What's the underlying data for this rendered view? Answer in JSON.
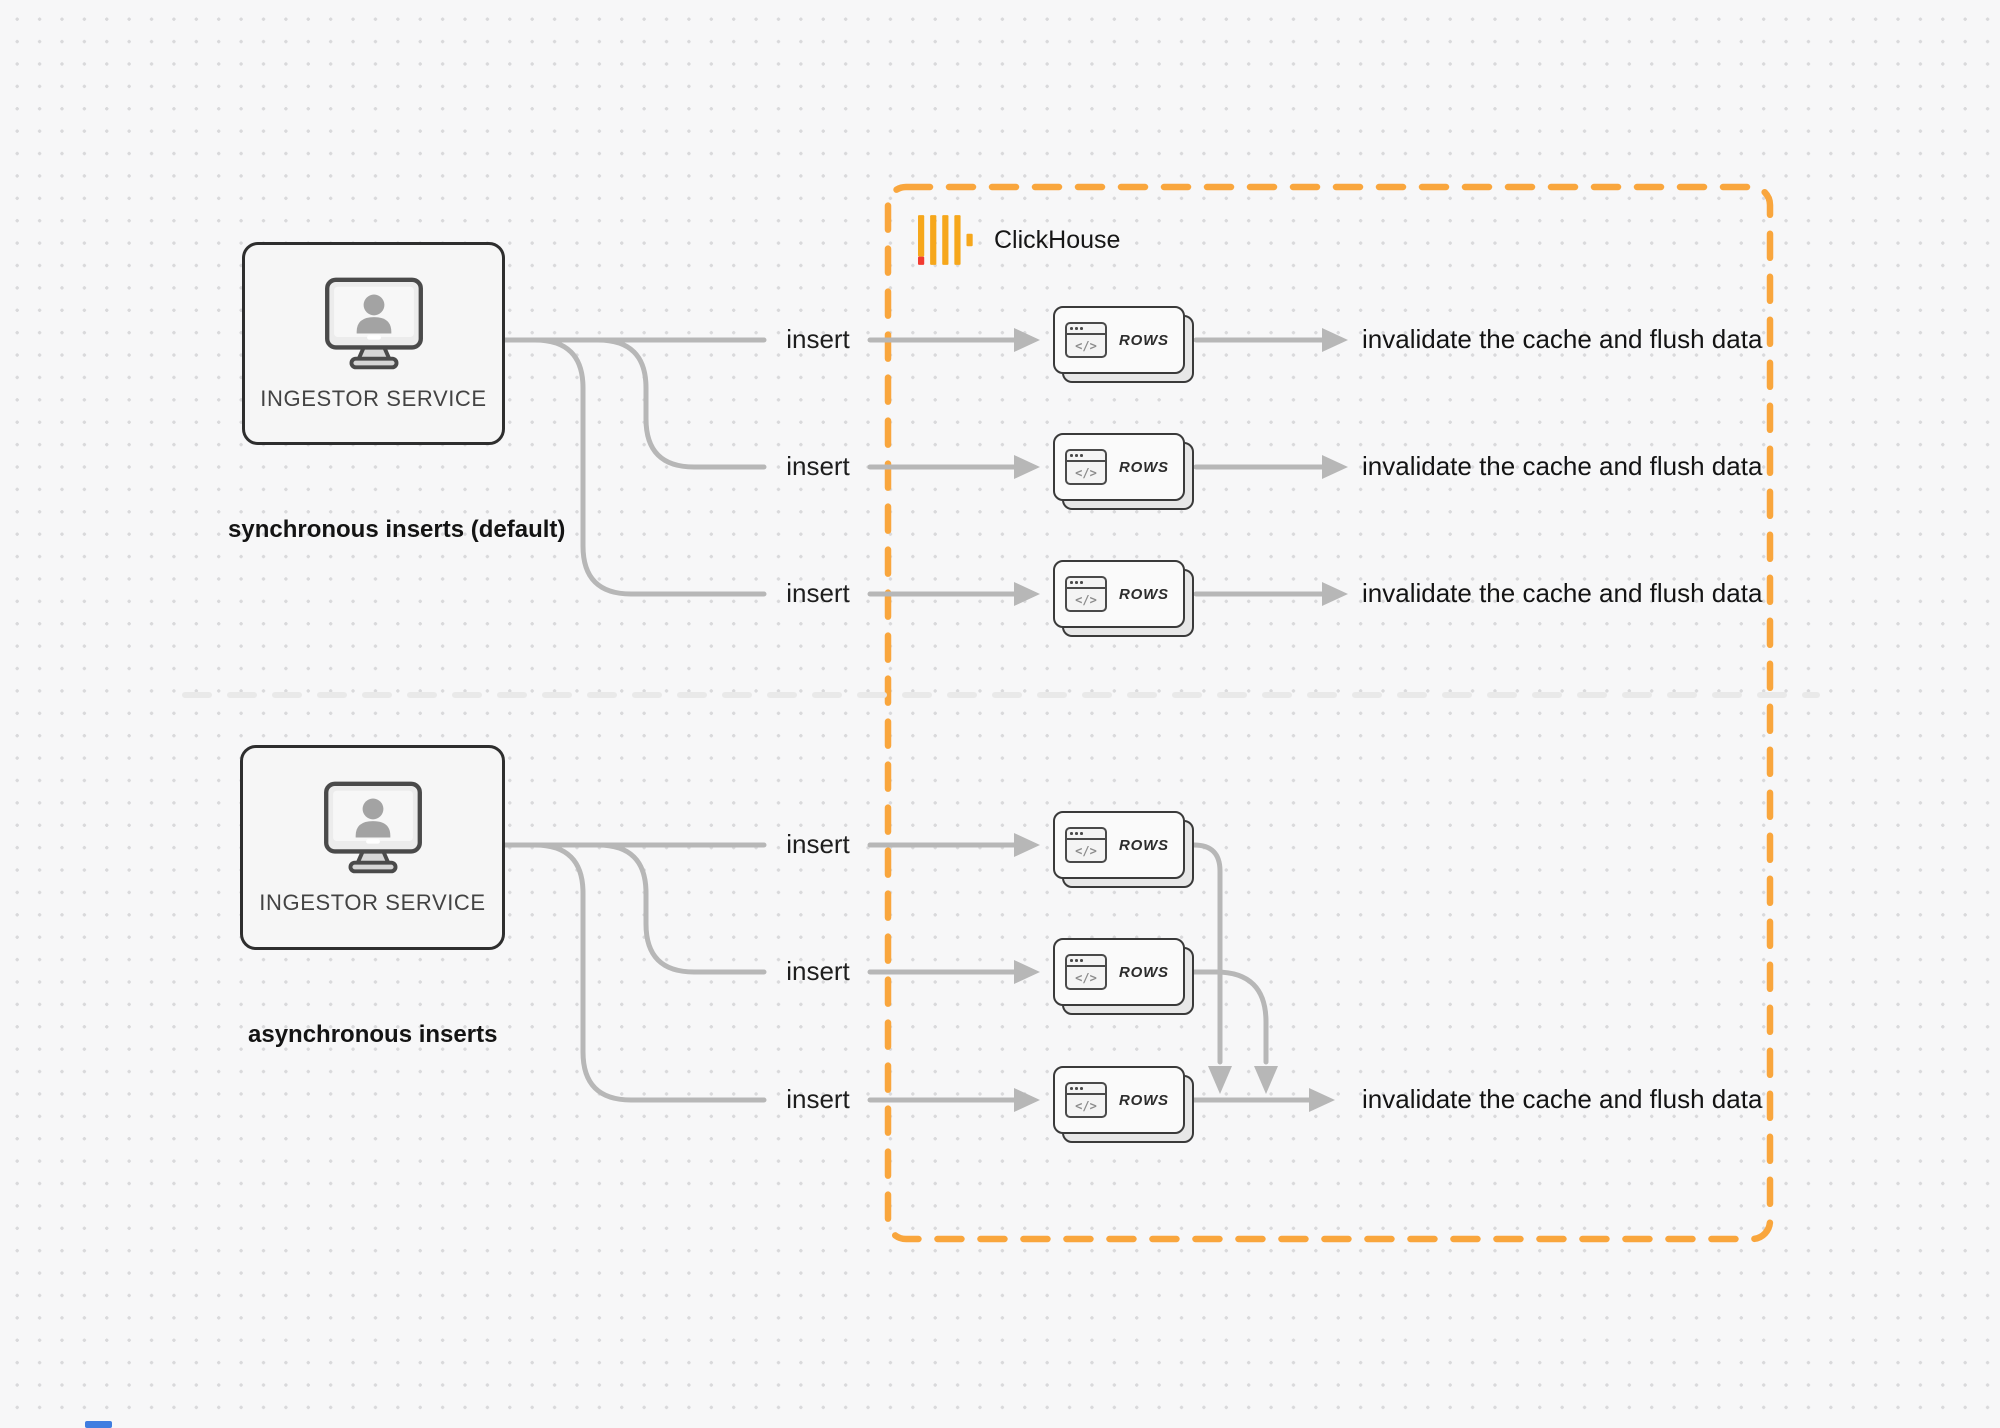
{
  "colors": {
    "accent_orange": "#F9A63D",
    "logo_yellow": "#F6A71B",
    "logo_red": "#F23A30",
    "connector_gray": "#B7B7B7"
  },
  "clickhouse": {
    "title": "ClickHouse"
  },
  "glyphs": {
    "code": "</>"
  },
  "sync": {
    "service_label": "INGESTOR SERVICE",
    "caption": "synchronous inserts (default)",
    "rows": [
      {
        "insert_label": "insert",
        "card_label": "ROWS",
        "result_label": "invalidate the cache and flush data"
      },
      {
        "insert_label": "insert",
        "card_label": "ROWS",
        "result_label": "invalidate the cache and flush data"
      },
      {
        "insert_label": "insert",
        "card_label": "ROWS",
        "result_label": "invalidate the cache and flush data"
      }
    ]
  },
  "async": {
    "service_label": "INGESTOR SERVICE",
    "caption": "asynchronous inserts",
    "rows": [
      {
        "insert_label": "insert",
        "card_label": "ROWS"
      },
      {
        "insert_label": "insert",
        "card_label": "ROWS"
      },
      {
        "insert_label": "insert",
        "card_label": "ROWS"
      }
    ],
    "result_label": "invalidate the cache and flush data"
  }
}
